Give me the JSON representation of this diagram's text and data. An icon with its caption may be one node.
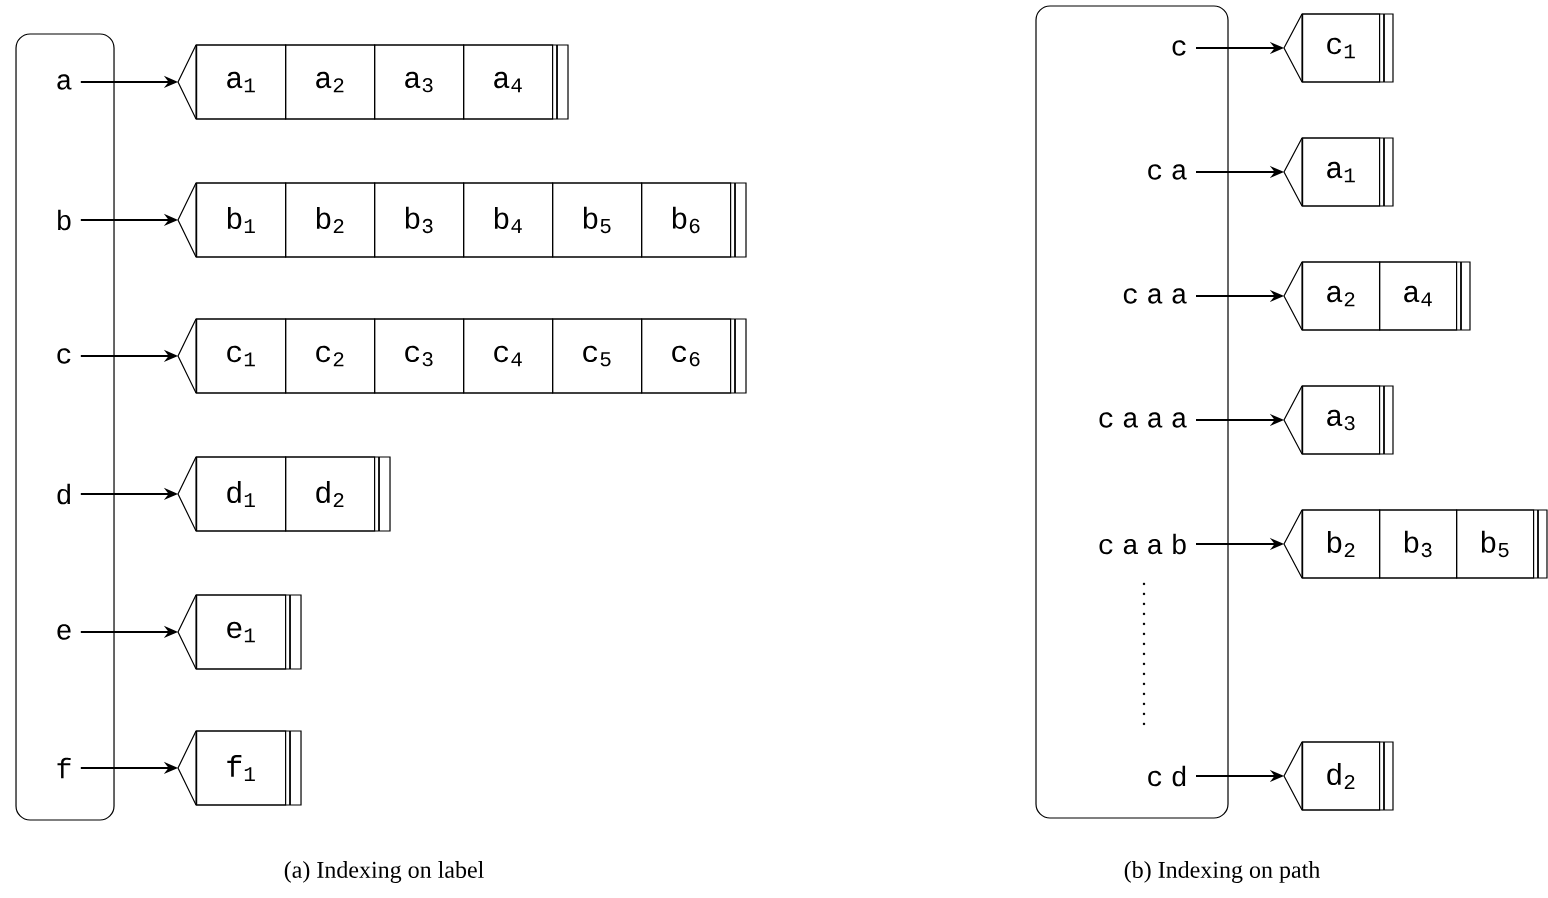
{
  "diagram": {
    "nodes": [
      {
        "text": [],
        "shape": "box"
      },
      {
        "text": [
          "a"
        ],
        "in": 0
      },
      {
        "text": [
          "b"
        ],
        "in": 0
      },
      {
        "text": [
          "c"
        ],
        "in": 0
      },
      {
        "text": [
          "d"
        ],
        "in": 0
      },
      {
        "text": [
          "e"
        ],
        "in": 0
      },
      {
        "text": [
          "f"
        ],
        "in": 0
      },
      {
        "text": [],
        "shape": "box"
      },
      {
        "text": [
          "c"
        ],
        "in": 7
      },
      {
        "text": [
          "c a"
        ],
        "in": 7
      },
      {
        "text": [
          "c a a"
        ],
        "in": 7
      },
      {
        "text": [
          "c a a a"
        ],
        "in": 7
      },
      {
        "text": [
          "c a a b"
        ],
        "in": 7
      },
      {
        "text": [
          "c d"
        ],
        "in": 7
      },
      {
        "text": [],
        "shape": "box"
      },
      {
        "text": [
          "a$_{1}$"
        ],
        "in": 14
      },
      {
        "text": [
          "a$_{2}$"
        ],
        "in": 14
      },
      {
        "text": [
          "a$_{3}$"
        ],
        "in": 14
      },
      {
        "text": [
          "a$_{4}$"
        ],
        "in": 14
      },
      {
        "text": [],
        "shape": "box"
      },
      {
        "text": [
          "b$_{1}$"
        ],
        "in": 19
      },
      {
        "text": [
          "b$_{2}$"
        ],
        "in": 19
      },
      {
        "text": [
          "b$_{3}$"
        ],
        "in": 19
      },
      {
        "text": [
          "b$_{4}$"
        ],
        "in": 19
      },
      {
        "text": [
          "b$_{5}$"
        ],
        "in": 19
      },
      {
        "text": [
          "b$_{6}$"
        ],
        "in": 19
      },
      {
        "text": [],
        "shape": "box"
      },
      {
        "text": [
          "c$_{1}$"
        ],
        "in": 26
      },
      {
        "text": [
          "c$_{2}$"
        ],
        "in": 26
      },
      {
        "text": [
          "c$_{3}$"
        ],
        "in": 26
      },
      {
        "text": [
          "c$_{4}$"
        ],
        "in": 26
      },
      {
        "text": [
          "c$_{5}$"
        ],
        "in": 26
      },
      {
        "text": [
          "c$_{6}$"
        ],
        "in": 26
      },
      {
        "text": [],
        "shape": "box"
      },
      {
        "text": [
          "d$_{1}$"
        ],
        "in": 33
      },
      {
        "text": [
          "d$_{2}$"
        ],
        "in": 33
      },
      {
        "text": [],
        "shape": "box"
      },
      {
        "text": [
          "e$_{1}$"
        ],
        "in": 36
      },
      {
        "text": [],
        "shape": "box"
      },
      {
        "text": [
          "f$_{1}$"
        ],
        "in": 38
      },
      {
        "text": [],
        "shape": "box"
      },
      {
        "text": [
          "c$_{1}$"
        ],
        "in": 40
      },
      {
        "text": [],
        "shape": "box"
      },
      {
        "text": [
          "a$_{1}$"
        ],
        "in": 42
      },
      {
        "text": [],
        "shape": "box"
      },
      {
        "text": [
          "a$_{2}$"
        ],
        "in": 44
      },
      {
        "text": [
          "a$_{4}$"
        ],
        "in": 44
      },
      {
        "text": [],
        "shape": "box"
      },
      {
        "text": [
          "a$_{3}$"
        ],
        "in": 47
      },
      {
        "text": [],
        "shape": "box"
      },
      {
        "text": [
          "b$_{2}$"
        ],
        "in": 49
      },
      {
        "text": [
          "b$_{3}$"
        ],
        "in": 49
      },
      {
        "text": [
          "b$_{5}$"
        ],
        "in": 49
      },
      {
        "text": [],
        "shape": "box"
      },
      {
        "text": [
          "d$_{2}$"
        ],
        "in": 53
      }
    ],
    "edges": [
      {
        "from": 1,
        "to": 14,
        "arrow": "to"
      },
      {
        "from": 2,
        "to": 19,
        "arrow": "to"
      },
      {
        "from": 3,
        "to": 26,
        "arrow": "to"
      },
      {
        "from": 4,
        "to": 33,
        "arrow": "to"
      },
      {
        "from": 5,
        "to": 36,
        "arrow": "to"
      },
      {
        "from": 6,
        "to": 38,
        "arrow": "to"
      },
      {
        "from": 8,
        "to": 40,
        "arrow": "to"
      },
      {
        "from": 9,
        "to": 42,
        "arrow": "to"
      },
      {
        "from": 10,
        "to": 44,
        "arrow": "to"
      },
      {
        "from": 11,
        "to": 47,
        "arrow": "to"
      },
      {
        "from": 12,
        "to": 49,
        "arrow": "to"
      },
      {
        "from": 13,
        "to": 53,
        "arrow": "to"
      }
    ],
    "labels": [
      "(a) Indexing on label",
      "(b) Indexing on path"
    ]
  }
}
